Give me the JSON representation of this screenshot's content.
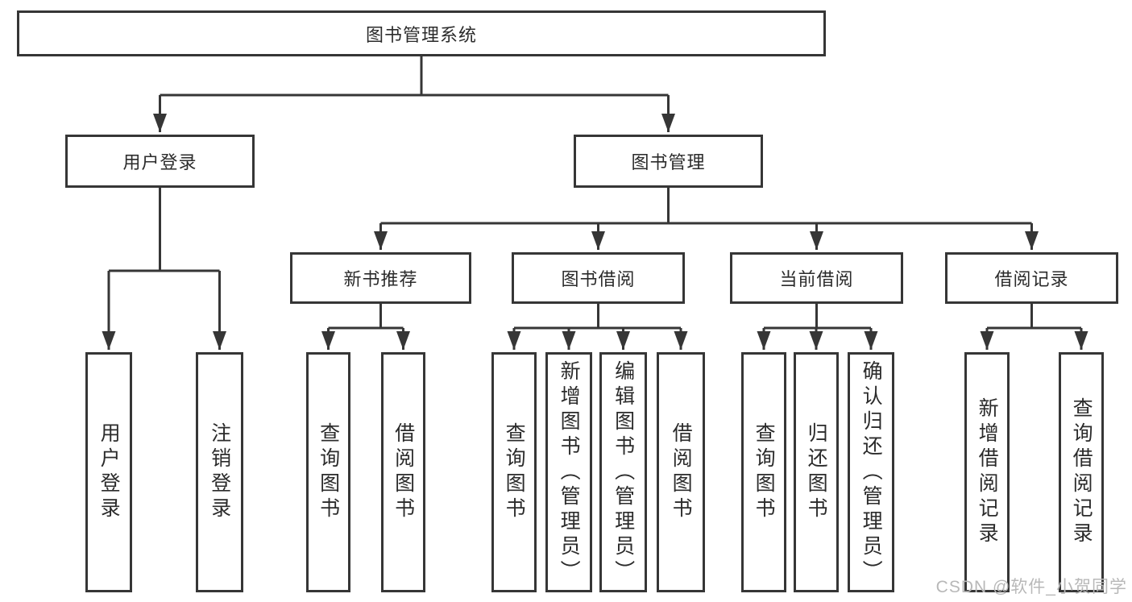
{
  "tree": {
    "root": {
      "label": "图书管理系统",
      "children": [
        {
          "label": "用户登录",
          "children": [
            {
              "label": "用户登录"
            },
            {
              "label": "注销登录"
            }
          ]
        },
        {
          "label": "图书管理",
          "children": [
            {
              "label": "新书推荐",
              "children": [
                {
                  "label": "查询图书"
                },
                {
                  "label": "借阅图书"
                }
              ]
            },
            {
              "label": "图书借阅",
              "children": [
                {
                  "label": "查询图书"
                },
                {
                  "label": "新增图书（管理员）"
                },
                {
                  "label": "编辑图书（管理员）"
                },
                {
                  "label": "借阅图书"
                }
              ]
            },
            {
              "label": "当前借阅",
              "children": [
                {
                  "label": "查询图书"
                },
                {
                  "label": "归还图书"
                },
                {
                  "label": "确认归还（管理员）"
                }
              ]
            },
            {
              "label": "借阅记录",
              "children": [
                {
                  "label": "新增借阅记录"
                },
                {
                  "label": "查询借阅记录"
                }
              ]
            }
          ]
        }
      ]
    }
  },
  "watermark": {
    "text": "CSDN @软件_小贺同学"
  },
  "colors": {
    "line": "#363636",
    "node_border": "#363636",
    "node_fill": "#ffffff",
    "text": "#2b2b2b",
    "watermark": "#b8b8b8",
    "background": "#ffffff"
  }
}
